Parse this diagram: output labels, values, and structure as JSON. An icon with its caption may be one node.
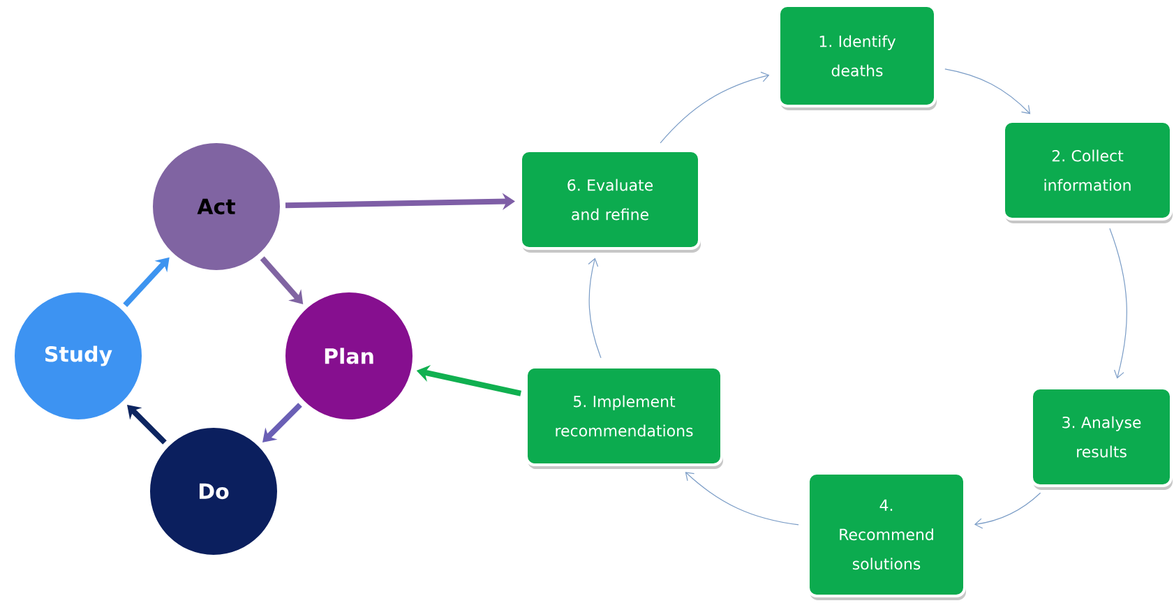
{
  "diagram": {
    "nodes": [
      {
        "text": [
          "Act"
        ]
      },
      {
        "text": [
          "Plan"
        ]
      },
      {
        "text": [
          "Do"
        ]
      },
      {
        "text": [
          "Study"
        ]
      },
      {
        "text": [
          "1. Identify deaths"
        ]
      },
      {
        "text": [
          "2. Collect information"
        ]
      },
      {
        "text": [
          "3. Analyse results"
        ]
      },
      {
        "text": [
          "4. Recommend solutions"
        ]
      },
      {
        "text": [
          "5. Implement recommendations"
        ]
      },
      {
        "text": [
          "6. Evaluate and refine"
        ]
      }
    ],
    "edges": [
      {
        "from": 0,
        "to": 1,
        "arrow": "to",
        "style": "thick",
        "color": "#8064a2"
      },
      {
        "from": 1,
        "to": 2,
        "arrow": "to",
        "style": "thick",
        "color": "#6a5fb5"
      },
      {
        "from": 2,
        "to": 3,
        "arrow": "to",
        "style": "thick",
        "color": "#0d2560"
      },
      {
        "from": 3,
        "to": 0,
        "arrow": "to",
        "style": "thick",
        "color": "#3d94f0"
      },
      {
        "from": 0,
        "to": 9,
        "arrow": "to",
        "style": "thick",
        "color": "#7e5ea6"
      },
      {
        "from": 8,
        "to": 1,
        "arrow": "to",
        "style": "thick",
        "color": "#10b050"
      },
      {
        "from": 9,
        "to": 4,
        "arrow": "to"
      },
      {
        "from": 4,
        "to": 5,
        "arrow": "to"
      },
      {
        "from": 5,
        "to": 6,
        "arrow": "to"
      },
      {
        "from": 6,
        "to": 7,
        "arrow": "to"
      },
      {
        "from": 7,
        "to": 8,
        "arrow": "to"
      },
      {
        "from": 8,
        "to": 9,
        "arrow": "to"
      }
    ]
  }
}
